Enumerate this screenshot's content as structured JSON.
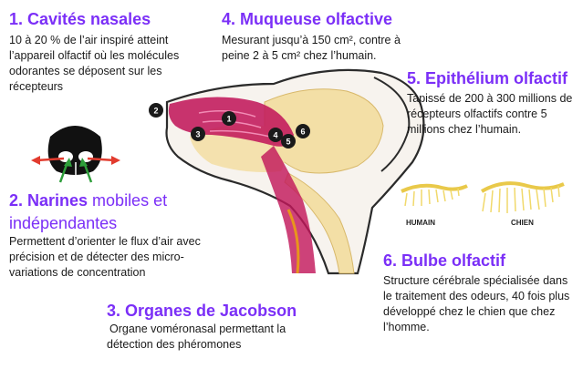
{
  "sections": [
    {
      "title": "1. Cavités nasales",
      "text": "10 à 20 % de l’air inspiré atteint l’appareil olfactif où les molécules odorantes se déposent sur les récepteurs"
    },
    {
      "title": "2. Narines",
      "title_light": " mobiles et indépendantes",
      "text": "Permettent d’orienter le flux d’air avec précision et de détecter des micro-variations de concentration"
    },
    {
      "title": "3. Organes de Jacobson",
      "text": "Organe voméronasal permettant la détection des phéromones"
    },
    {
      "title": "4. Muqueuse olfactive",
      "text": "Mesurant jusqu’à 150 cm², contre à peine 2 à 5 cm² chez l’humain."
    },
    {
      "title": "5. Epithélium olfactif",
      "text": "Tapissé de 200 à 300 millions de récepteurs olfactifs contre 5 millions chez l’humain."
    },
    {
      "title": "6. Bulbe olfactif",
      "text": "Structure cérébrale spécialisée dans le traitement des odeurs, 40 fois plus développé chez le chien que chez l’homme."
    }
  ],
  "markers": [
    "1",
    "2",
    "3",
    "4",
    "5",
    "6"
  ],
  "epithelium_labels": {
    "human": "HUMAIN",
    "dog": "CHIEN"
  },
  "colors": {
    "accent": "#7b2ff7",
    "nasal": "#c2185b",
    "skull": "#f3dfa6",
    "arrow_green": "#2e9e3a",
    "arrow_red": "#e23b2e"
  }
}
